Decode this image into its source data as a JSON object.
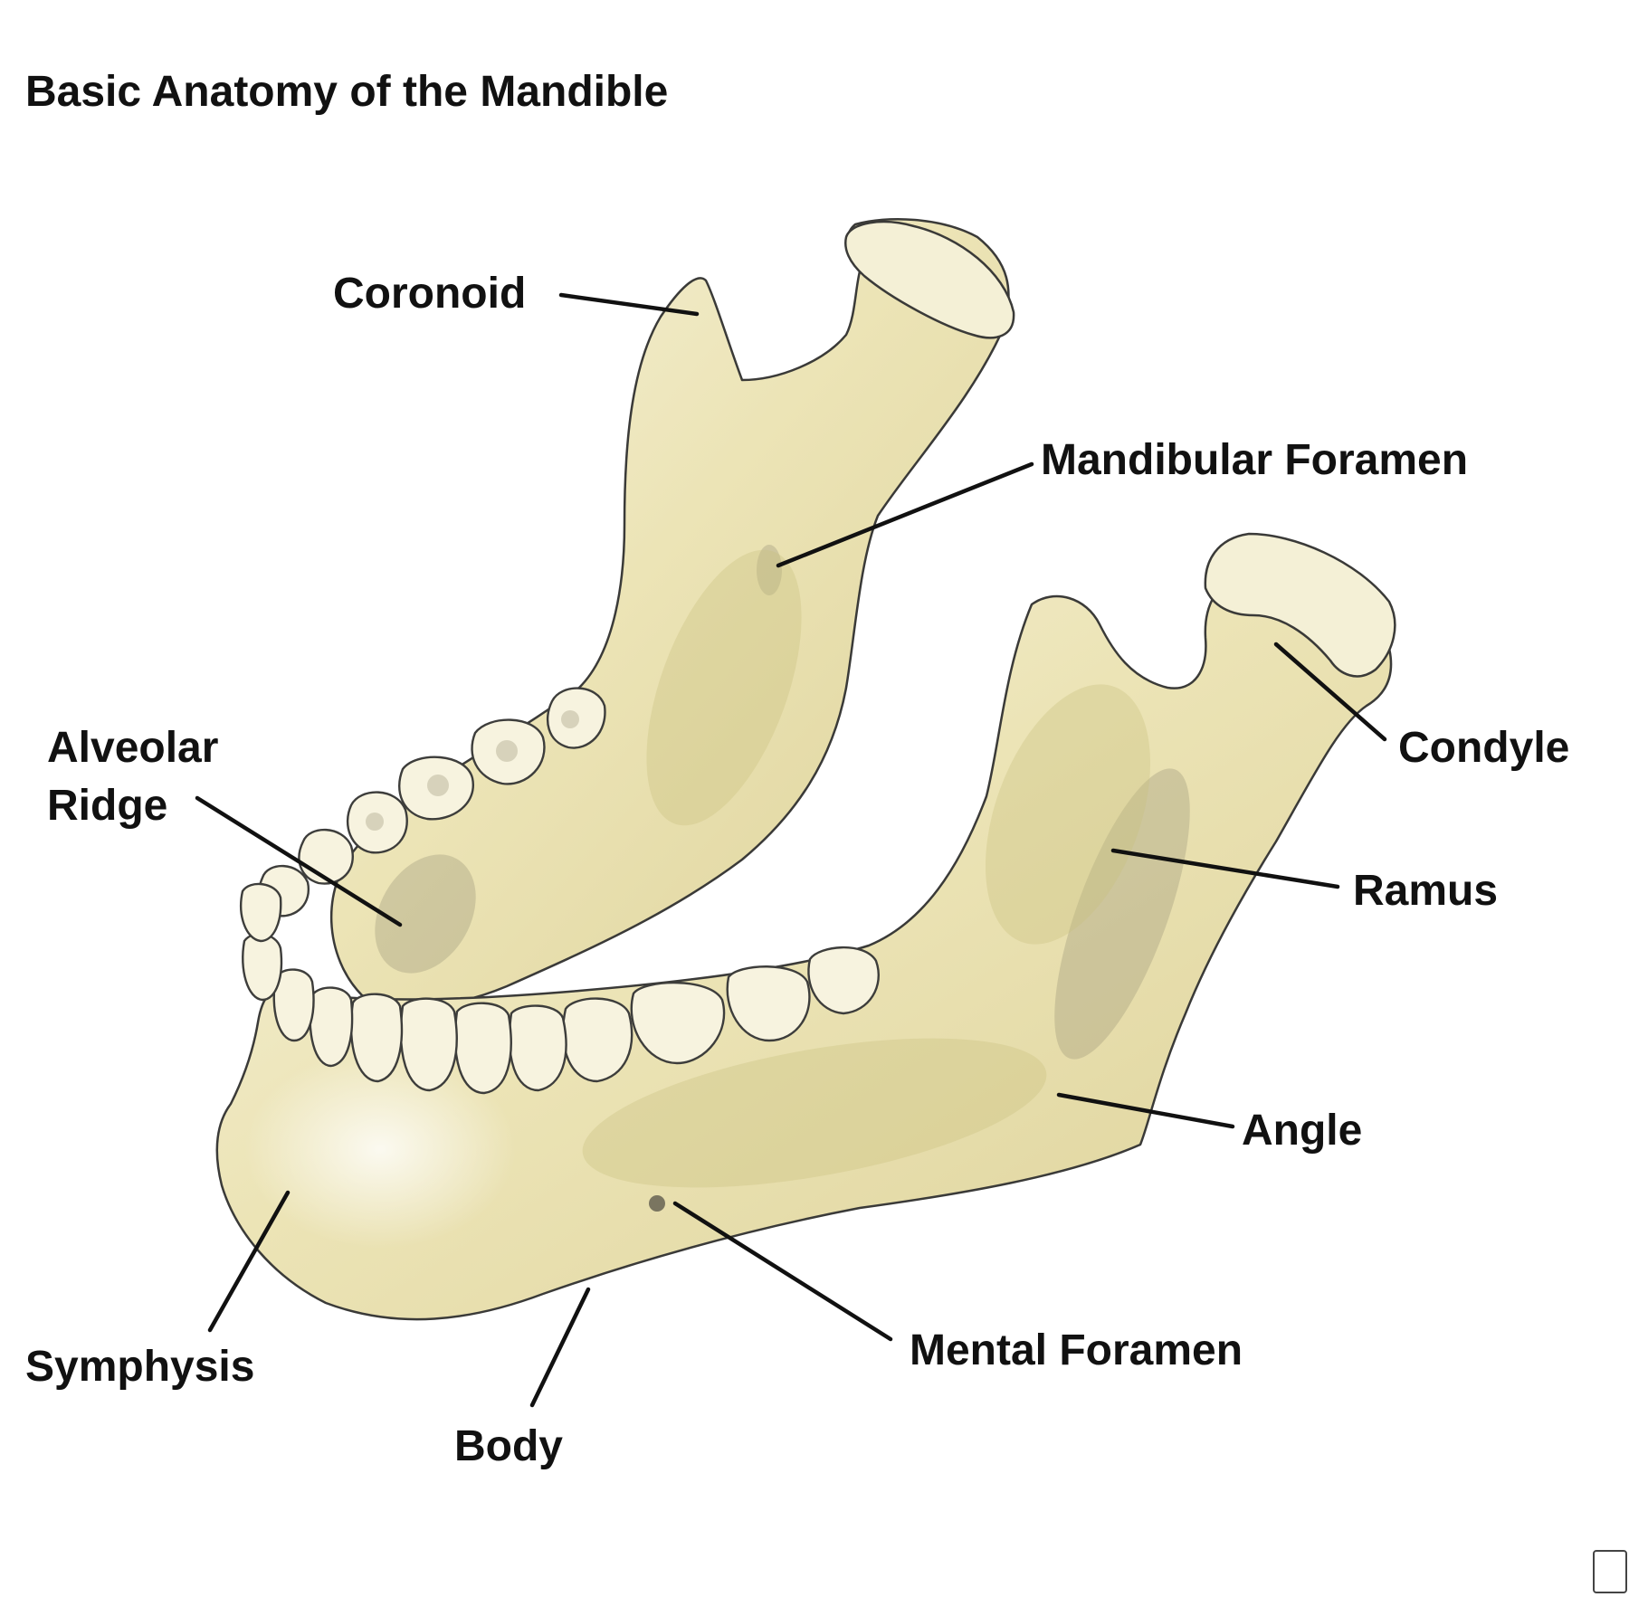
{
  "title": "Basic Anatomy of the Mandible",
  "labels": {
    "coronoid": "Coronoid",
    "mandibular_foramen": "Mandibular Foramen",
    "alveolar_ridge_line1": "Alveolar",
    "alveolar_ridge_line2": "Ridge",
    "condyle": "Condyle",
    "ramus": "Ramus",
    "angle": "Angle",
    "symphysis": "Symphysis",
    "mental_foramen": "Mental Foramen",
    "body": "Body"
  },
  "colors": {
    "bone": "#ece5b8",
    "bone_highlight": "#f7f4e2",
    "bone_shadow": "#b6ad80",
    "outline": "#3a3a38",
    "text": "#111111"
  },
  "icons": {
    "corner_logo": "publisher-logo-icon"
  }
}
